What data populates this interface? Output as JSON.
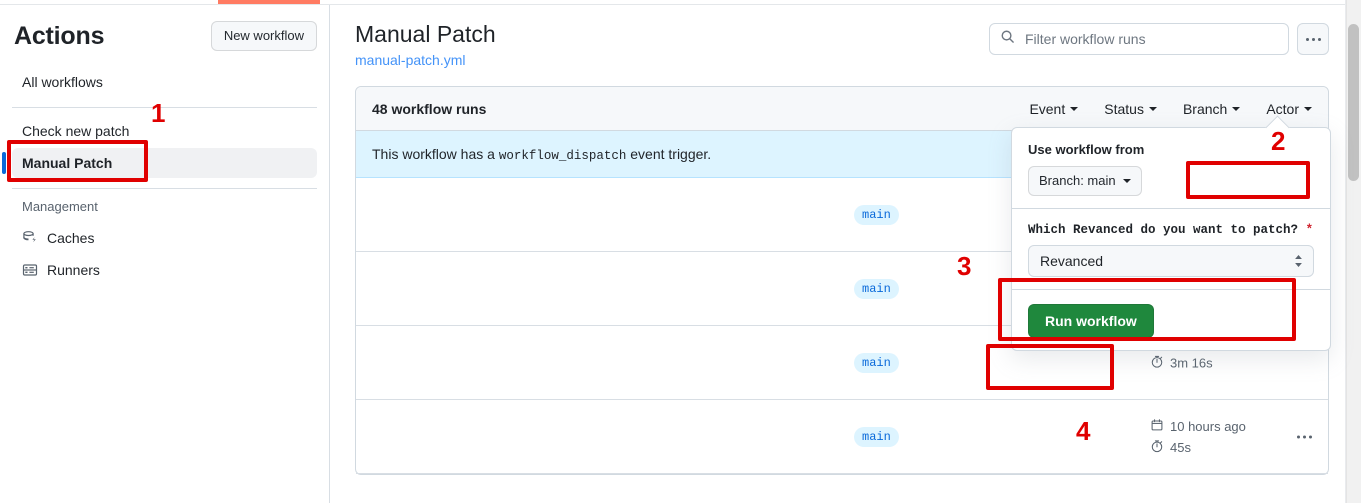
{
  "sidebar": {
    "title": "Actions",
    "new_workflow_label": "New workflow",
    "items": [
      {
        "label": "All workflows",
        "icon": "",
        "selected": false
      },
      {
        "label": "Check new patch",
        "icon": "",
        "selected": false
      },
      {
        "label": "Manual Patch",
        "icon": "",
        "selected": true
      }
    ],
    "management_section_title": "Management",
    "management_items": [
      {
        "label": "Caches",
        "icon": "cache-icon"
      },
      {
        "label": "Runners",
        "icon": "runners-icon"
      }
    ]
  },
  "header": {
    "workflow_title": "Manual Patch",
    "workflow_file": "manual-patch.yml",
    "search_placeholder": "Filter workflow runs",
    "search_value": "",
    "search_icon": "search-icon",
    "kebab_icon": "kebab-menu-icon"
  },
  "runs_panel": {
    "count_label": "48 workflow runs",
    "filters": [
      {
        "label": "Event"
      },
      {
        "label": "Status"
      },
      {
        "label": "Branch"
      },
      {
        "label": "Actor"
      }
    ],
    "dispatch_banner": {
      "text_before": "This workflow has a",
      "code": "workflow_dispatch",
      "text_after": "event trigger.",
      "run_workflow_label": "Run workflow"
    },
    "rows": [
      {
        "branch": "main",
        "updated": "",
        "duration": ""
      },
      {
        "branch": "main",
        "updated": "",
        "duration": ""
      },
      {
        "branch": "main",
        "updated": "",
        "duration": "3m 16s"
      },
      {
        "branch": "main",
        "updated": "10 hours ago",
        "duration": "45s"
      }
    ]
  },
  "dispatch_panel": {
    "use_workflow_from_label": "Use workflow from",
    "branch_button_label": "Branch: main",
    "question_label": "Which Revanced do you want to patch?",
    "required_marker": "*",
    "select_value": "Revanced",
    "submit_label": "Run workflow"
  },
  "annotations": {
    "one": "1",
    "two": "2",
    "three": "3",
    "four": "4"
  },
  "colors": {
    "accent_blue": "#0969da",
    "link_blue": "#4493f8",
    "banner_blue": "#ddf4ff",
    "green": "#1f883d",
    "annotation_red": "#e00000",
    "orange_bar": "#ff7b62"
  }
}
